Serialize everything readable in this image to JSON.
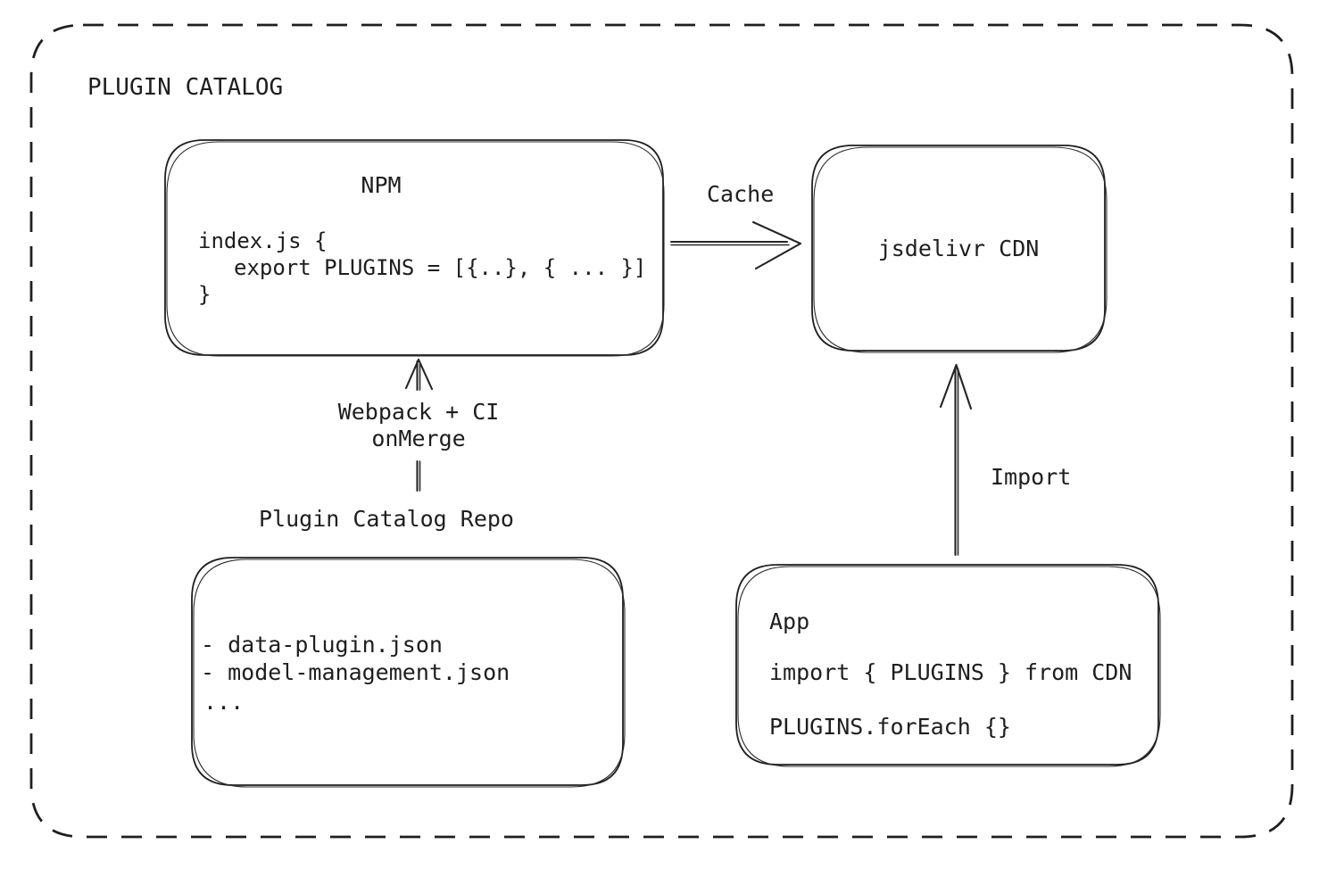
{
  "diagram": {
    "title": "PLUGIN CATALOG",
    "colors": {
      "stroke": "#1f1f1f",
      "background": "#ffffff"
    },
    "nodes": {
      "npm": {
        "title": "NPM",
        "code": [
          "index.js {",
          "export PLUGINS = [{..}, { ... }]",
          "}"
        ]
      },
      "cdn": {
        "label": "jsdelivr CDN"
      },
      "repo": {
        "caption": "Plugin Catalog Repo",
        "files": [
          "- data-plugin.json",
          "- model-management.json",
          "..."
        ]
      },
      "app": {
        "title": "App",
        "code": [
          "import { PLUGINS } from CDN",
          "PLUGINS.forEach {}"
        ]
      }
    },
    "edges": {
      "cache": {
        "label": "Cache",
        "from": "NPM",
        "to": "jsdelivr CDN"
      },
      "build": {
        "label_line1": "Webpack + CI",
        "label_line2": "onMerge",
        "from": "Plugin Catalog Repo",
        "to": "NPM"
      },
      "import": {
        "label": "Import",
        "from": "App",
        "to": "jsdelivr CDN"
      }
    }
  }
}
